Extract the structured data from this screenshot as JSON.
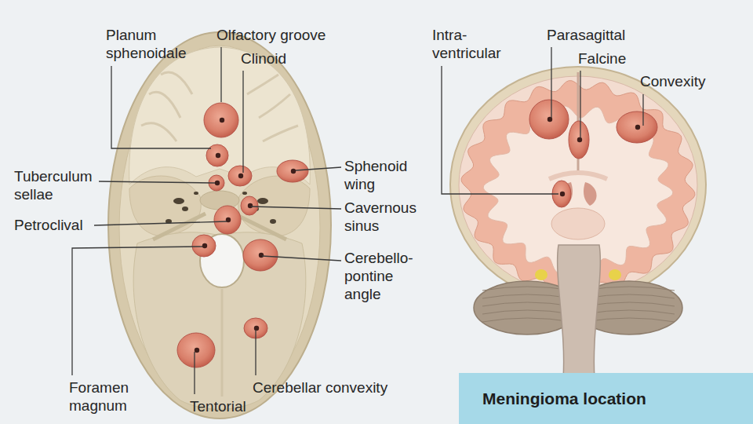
{
  "diagram": {
    "nodes": [
      {
        "text": [
          "Meningioma location"
        ]
      }
    ],
    "labels": [
      "Planum sphenoidale",
      "Olfactory groove",
      "Intra-ventricular",
      "Parasagittal",
      "Clinoid",
      "Falcine",
      "Convexity",
      "Tuberculum sellae",
      "Sphenoid wing",
      "Cavernous sinus",
      "Petroclival",
      "Cerebello-pontine angle",
      "Foramen magnum",
      "Cerebellar convexity",
      "Tentorial"
    ]
  }
}
